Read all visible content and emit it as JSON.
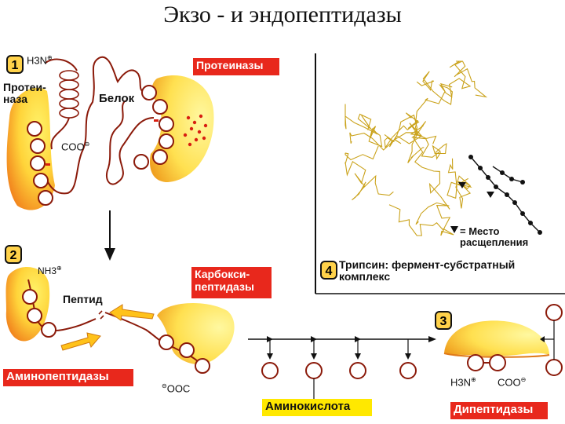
{
  "title": "Экзо - и эндопептидазы",
  "panels": {
    "p1": {
      "number": "1",
      "h3n": "H3N",
      "proteinase": "Протеи-\nназа",
      "protein": "Белок",
      "coo": "COO",
      "box": "Протеиназы"
    },
    "p2": {
      "number": "2",
      "nh3": "NH3",
      "peptide": "Пептид",
      "carboxy_box": "Карбокси-\nпептидазы",
      "amino_box": "Аминопептидазы",
      "ooc": "OOC"
    },
    "p3": {
      "number": "3",
      "h3n": "H3N",
      "coo": "COO",
      "box": "Дипептидазы"
    },
    "p4": {
      "number": "4",
      "cleavage_legend": "= Место\nрасщепления",
      "caption": "Трипсин: фермент-субстратный\nкомплекс"
    },
    "center": {
      "amino_acid_box": "Аминокислота"
    }
  },
  "colors": {
    "accent_red": "#e8281c",
    "accent_yellow": "#ffe800",
    "chain": "#8b1a0a",
    "enzyme_yellow": "#ffe24a"
  }
}
